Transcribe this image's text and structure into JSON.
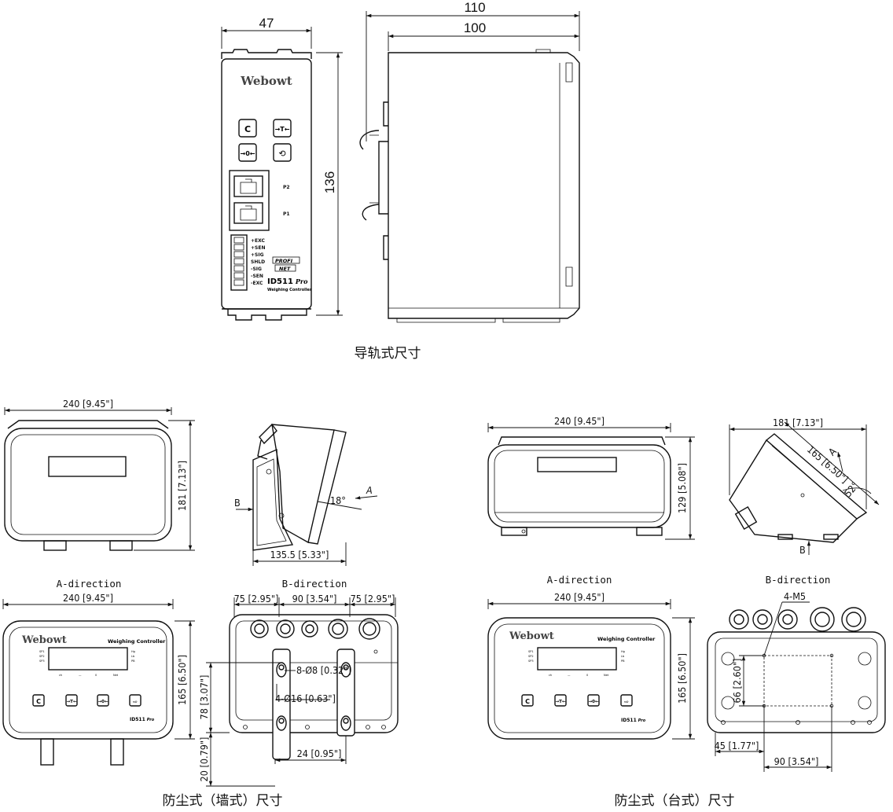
{
  "rail": {
    "dims": {
      "width": "47",
      "depth_outer": "110",
      "depth_inner": "100",
      "height": "136"
    },
    "front": {
      "brand": "Webowt",
      "port_p2": "P2",
      "port_p1": "P1",
      "terminals": [
        "+EXC",
        "+SEN",
        "+SIG",
        "SHLD",
        "-SIG",
        "-SEN",
        "-EXC"
      ],
      "model": "ID511",
      "model_suffix": "Pro",
      "subtitle": "Weighing Controller",
      "profinet_top": "PROFI",
      "profinet_bottom": "NET"
    },
    "caption": "导轨式尺寸"
  },
  "wall": {
    "front_width": "240 [9.45\"]",
    "front_height": "181 [7.13\"]",
    "side_depth": "135.5 [5.33\"]",
    "side_angle": "18°",
    "label_a": "A",
    "label_b": "B",
    "a_direction": "A-direction",
    "b_direction": "B-direction",
    "a_width": "240 [9.45\"]",
    "a_height": "165 [6.50\"]",
    "b_left": "75 [2.95\"]",
    "b_mid": "90 [3.54\"]",
    "b_right": "75 [2.95\"]",
    "b_height": "78 [3.07\"]",
    "b_foot": "20 [0.79\"]",
    "b_hole_small": "8-Ø8 [0.32\"]",
    "b_hole_large": "4-Ø16 [0.63\"]",
    "b_bottom": "24 [0.95\"]",
    "caption": "防尘式（墙式）尺寸"
  },
  "panel": {
    "brand": "Webowt",
    "title": "Weighing Controller",
    "model": "ID511",
    "model_suffix": "Pro",
    "indicators_left": [
      "SP1",
      "SP2",
      "SP3"
    ],
    "indicators_right": [
      "Hg",
      "Lb",
      "PB"
    ],
    "status_marks": [
      "ch",
      "—",
      "0",
      "Net"
    ],
    "key_labels": [
      "C",
      "T",
      "0",
      ""
    ]
  },
  "desk": {
    "front_width": "240 [9.45\"]",
    "front_height": "129 [5.08\"]",
    "side_width": "181 [7.13\"]",
    "side_diag": "165 [6.50\"]",
    "side_angle": "52°",
    "label_a": "A",
    "label_b": "B",
    "a_direction": "A-direction",
    "b_direction": "B-direction",
    "a_width": "240 [9.45\"]",
    "a_height": "165 [6.50\"]",
    "b_screws": "4-M5",
    "b_height": "66 [2.60\"]",
    "b_left": "45 [1.77\"]",
    "b_right": "90 [3.54\"]",
    "caption": "防尘式（台式）尺寸"
  }
}
